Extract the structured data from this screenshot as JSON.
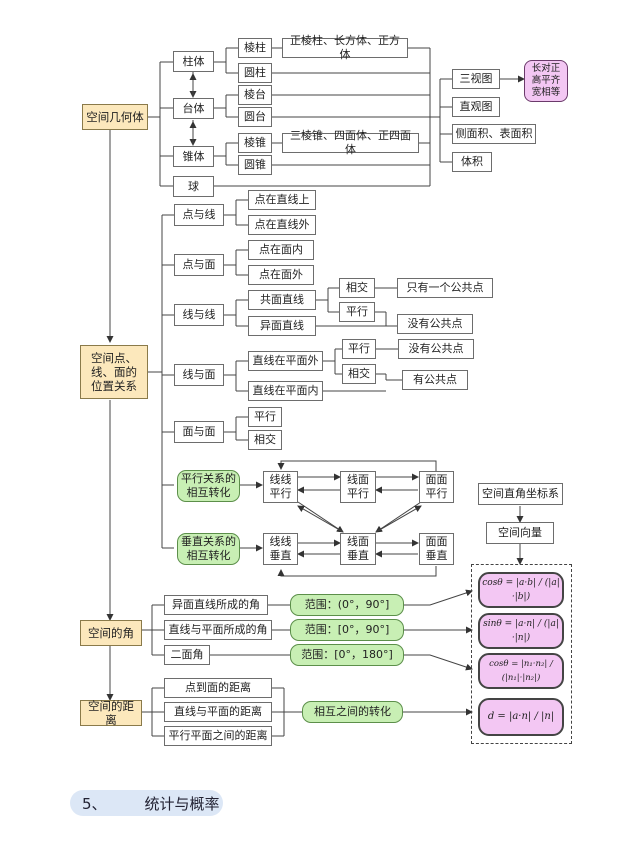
{
  "main_nodes": {
    "solid": "空间几何体",
    "relation": "空间点、\n线、面的\n位置关系",
    "angle": "空间的角",
    "distance": "空间的距离"
  },
  "solids": {
    "prism_group": "柱体",
    "frustum_group": "台体",
    "cone_group": "锥体",
    "sphere": "球",
    "prism": "棱柱",
    "cylinder": "圆柱",
    "prism_types": "正棱柱、长方体、正方体",
    "frustum": "棱台",
    "cone_frustum": "圆台",
    "pyramid": "棱锥",
    "cone": "圆锥",
    "pyramid_types": "三棱锥、四面体、正四面体",
    "three_view": "三视图",
    "three_view_rule": "长对正\n高平齐\n宽相等",
    "intuitive_view": "直观图",
    "surface_area": "侧面积、表面积",
    "volume": "体积"
  },
  "relations": {
    "point_line": "点与线",
    "point_on_line": "点在直线上",
    "point_off_line": "点在直线外",
    "point_plane": "点与面",
    "point_in_plane": "点在面内",
    "point_off_plane": "点在面外",
    "line_line": "线与线",
    "coplanar_lines": "共面直线",
    "skew_lines": "异面直线",
    "intersect": "相交",
    "parallel": "平行",
    "one_common_point": "只有一个公共点",
    "no_common_point": "没有公共点",
    "line_plane": "线与面",
    "line_out_plane": "直线在平面外",
    "line_in_plane": "直线在平面内",
    "parallel2": "平行",
    "intersect2": "相交",
    "no_common_point2": "没有公共点",
    "has_common_point": "有公共点",
    "plane_plane": "面与面",
    "parallel3": "平行",
    "intersect3": "相交",
    "parallel_transform": "平行关系的\n相互转化",
    "perp_transform": "垂直关系的\n相互转化",
    "line_line_parallel": "线线\n平行",
    "line_plane_parallel": "线面\n平行",
    "plane_plane_parallel": "面面\n平行",
    "line_line_perp": "线线\n垂直",
    "line_plane_perp": "线面\n垂直",
    "plane_plane_perp": "面面\n垂直"
  },
  "vectors": {
    "coordinate_system": "空间直角坐标系",
    "space_vector": "空间向量"
  },
  "angles": {
    "skew_angle": "异面直线所成的角",
    "line_plane_angle": "直线与平面所成的角",
    "dihedral_angle": "二面角",
    "range1": "范围：(0°，90°]",
    "range2": "范围：[0°，90°]",
    "range3": "范围：[0°，180°]"
  },
  "distances": {
    "point_plane": "点到面的距离",
    "line_plane": "直线与平面的距离",
    "plane_plane": "平行平面之间的距离",
    "mutual_transform": "相互之间的转化"
  },
  "formulas": {
    "f1": "cosθ = |a·b| / (|a|·|b|)",
    "f2": "sinθ = |a·n| / (|a|·|n|)",
    "f3": "cosθ = |n₁·n₂| / (|n₁|·|n₂|)",
    "f4": "d = |a·n| / |n|"
  },
  "section": {
    "number": "5、",
    "title": "统计与概率"
  }
}
